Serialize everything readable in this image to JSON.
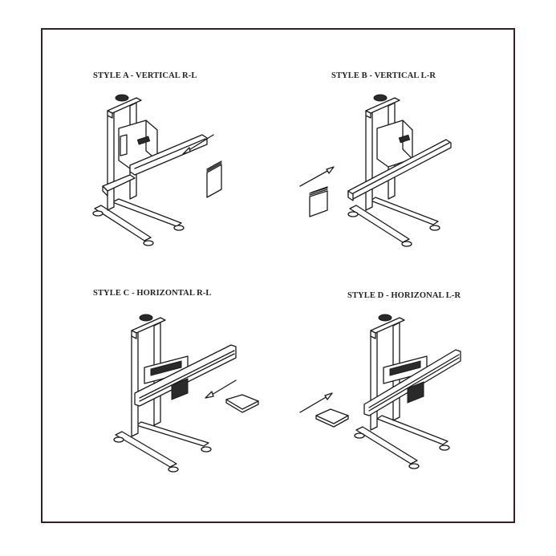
{
  "figure": {
    "frame_color": "#3a1f2a",
    "background": "#ffffff",
    "panels": [
      {
        "id": "A",
        "label": "STYLE A - VERTICAL R-L",
        "mount": "vertical",
        "flow": "right-to-left"
      },
      {
        "id": "B",
        "label": "STYLE B - VERTICAL L-R",
        "mount": "vertical",
        "flow": "left-to-right"
      },
      {
        "id": "C",
        "label": "STYLE C - HORIZONTAL R-L",
        "mount": "horizontal",
        "flow": "right-to-left"
      },
      {
        "id": "D",
        "label": "STYLE D - HORIZONAL L-R",
        "mount": "horizontal",
        "flow": "left-to-right"
      }
    ]
  }
}
